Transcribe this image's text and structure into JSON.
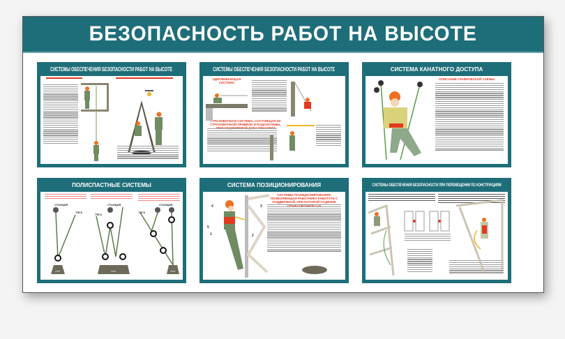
{
  "poster": {
    "title": "БЕЗОПАСНОСТЬ РАБОТ НА ВЫСОТЕ",
    "accent_color": "#1e6e79",
    "highlight_color": "#e23a22",
    "panels": [
      {
        "title": "СИСТЕМЫ ОБЕСПЕЧЕНИЯ БЕЗОПАСНОСТИ РАБОТ НА ВЫСОТЕ"
      },
      {
        "title": "СИСТЕМЫ ОБЕСПЕЧЕНИЯ БЕЗОПАСНОСТИ РАБОТ НА ВЫСОТЕ",
        "subtitle_1": "УДЕРЖИВАЮЩАЯ СИСТЕМА",
        "subtitle_2": "СТРАХОВОЧНАЯ СИСТЕМА, СОСТОЯЩАЯ ИЗ СТРАХОВОЧНОЙ ПРИВЯЗИ И ПОДСИСТЕМЫ, ПРИСОЕДИНЯЕМОЙ ДЛЯ СТРАХОВКИ"
      },
      {
        "title": "СИСТЕМА КАНАТНОГО ДОСТУПА",
        "subtitle": "ОПИСАНИЕ ГРАФИЧЕСКОЙ СХЕМЫ"
      },
      {
        "title": "ПОЛИСПАСТНЫЕ СИСТЕМЫ",
        "label_station": "СТАНЦИЯ",
        "label_pull": "ТЯГА",
        "label_load": "ГРУЗ"
      },
      {
        "title": "СИСТЕМА ПОЗИЦИОНИРОВАНИЯ",
        "subtitle": "СИСТЕМЫ ПОЗИЦИОНИРОВАНИЯ, ПОЗВОЛЯЮЩАЯ РАБОТНИКУ РАБОТАТЬ С ПОДДЕРЖКОЙ, ПРИ КОТОРОЙ ПАДЕНИЕ ПРЕДОТВРАЩАЕТСЯ",
        "callouts": [
          "1",
          "2",
          "3",
          "4",
          "5"
        ]
      },
      {
        "title": "СИСТЕМЫ ОБЕСПЕЧЕНИЯ БЕЗОПАСНОСТИ ПРИ ПЕРЕМЕЩЕНИИ ПО КОНСТРУКЦИЯМ"
      }
    ]
  }
}
